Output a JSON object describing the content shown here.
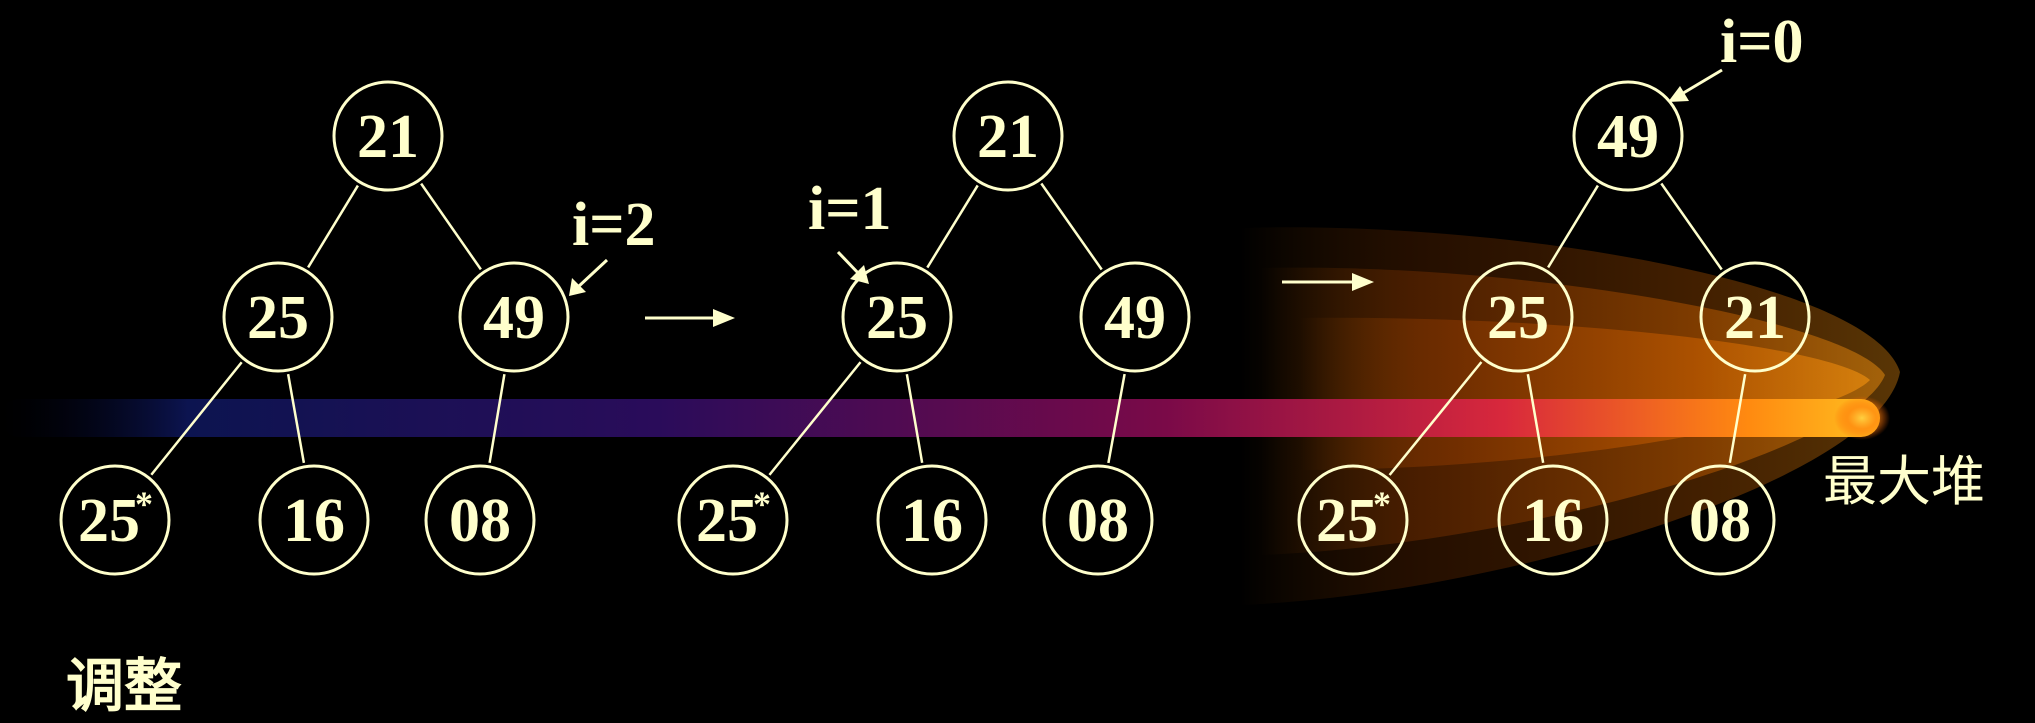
{
  "trees": [
    {
      "nodes": [
        {
          "label": "21"
        },
        {
          "label": "25"
        },
        {
          "label": "49"
        },
        {
          "label": "25",
          "sup": "*"
        },
        {
          "label": "16"
        },
        {
          "label": "08"
        }
      ],
      "pointer": {
        "label": "i=2"
      }
    },
    {
      "nodes": [
        {
          "label": "21"
        },
        {
          "label": "25"
        },
        {
          "label": "49"
        },
        {
          "label": "25",
          "sup": "*"
        },
        {
          "label": "16"
        },
        {
          "label": "08"
        }
      ],
      "pointer": {
        "label": "i=1"
      }
    },
    {
      "nodes": [
        {
          "label": "49"
        },
        {
          "label": "25"
        },
        {
          "label": "21"
        },
        {
          "label": "25",
          "sup": "*"
        },
        {
          "label": "16"
        },
        {
          "label": "08"
        }
      ],
      "pointer": {
        "label": "i=0"
      }
    }
  ],
  "result_label": "最大堆",
  "caption": "调整",
  "colors": {
    "foreground": "#FFFFCC",
    "background": "#000000",
    "comet_head": "#FFB020",
    "comet_mid": "#E0409A",
    "comet_tail": "#102060",
    "glow": "#F08010"
  }
}
